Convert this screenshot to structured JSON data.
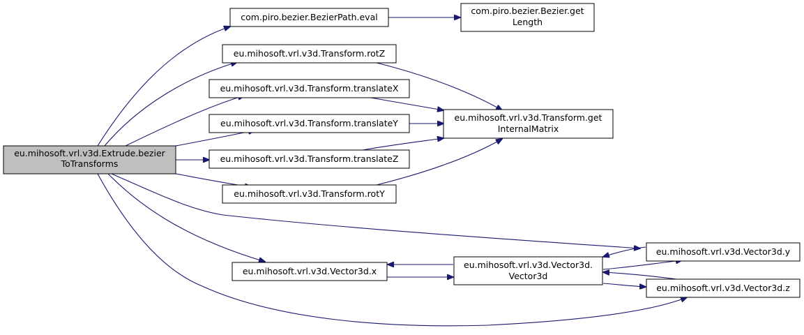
{
  "colors": {
    "edge": "#191970",
    "focus_fill": "#bfbfbf",
    "node_fill": "#ffffff",
    "border": "#000000"
  },
  "nodes": {
    "extrude": {
      "line1": "eu.mihosoft.vrl.v3d.Extrude.bezier",
      "line2": "ToTransforms"
    },
    "bezier_eval": {
      "line1": "com.piro.bezier.BezierPath.eval"
    },
    "bezier_len": {
      "line1": "com.piro.bezier.Bezier.get",
      "line2": "Length"
    },
    "rotZ": {
      "line1": "eu.mihosoft.vrl.v3d.Transform.rotZ"
    },
    "translateX": {
      "line1": "eu.mihosoft.vrl.v3d.Transform.translateX"
    },
    "translateY": {
      "line1": "eu.mihosoft.vrl.v3d.Transform.translateY"
    },
    "translateZ": {
      "line1": "eu.mihosoft.vrl.v3d.Transform.translateZ"
    },
    "rotY": {
      "line1": "eu.mihosoft.vrl.v3d.Transform.rotY"
    },
    "internal": {
      "line1": "eu.mihosoft.vrl.v3d.Transform.get",
      "line2": "InternalMatrix"
    },
    "vx": {
      "line1": "eu.mihosoft.vrl.v3d.Vector3d.x"
    },
    "vctor": {
      "line1": "eu.mihosoft.vrl.v3d.Vector3d.",
      "line2": "Vector3d"
    },
    "vy": {
      "line1": "eu.mihosoft.vrl.v3d.Vector3d.y"
    },
    "vz": {
      "line1": "eu.mihosoft.vrl.v3d.Vector3d.z"
    }
  }
}
